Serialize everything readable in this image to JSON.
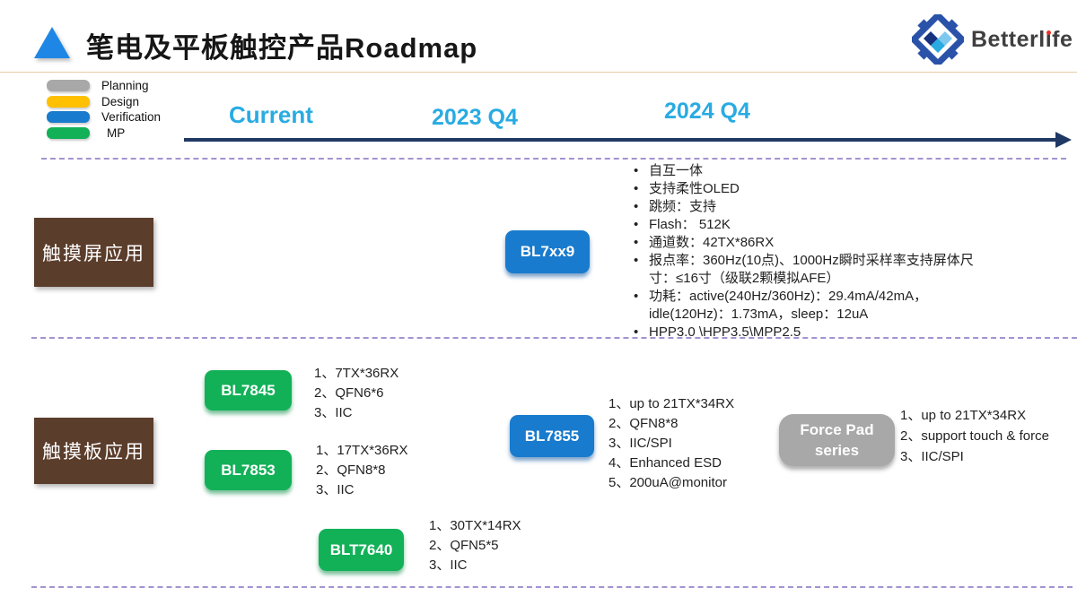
{
  "slide": {
    "title": "笔电及平板触控产品Roadmap",
    "logo": {
      "brand": "Betterlife",
      "brand_pre": "Betterl",
      "brand_i": "ı",
      "brand_post": "fe"
    }
  },
  "legend": {
    "items": [
      {
        "label": "Planning",
        "color": "#a8a8a8"
      },
      {
        "label": "Design",
        "color": "#ffc000"
      },
      {
        "label": "Verification",
        "color": "#187bcd"
      },
      {
        "label": "MP",
        "color": "#12b158"
      }
    ]
  },
  "timeline": {
    "milestones": [
      "Current",
      "2023 Q4",
      "2024 Q4"
    ],
    "arrow_color": "#1f3864",
    "label_color": "#29abe2"
  },
  "row1": {
    "label": "触摸屏应用",
    "chip": {
      "name": "BL7xx9",
      "color": "#187bcd"
    },
    "bullets": [
      "自互一体",
      "支持柔性OLED",
      "跳频：支持",
      "Flash： 512K",
      "通道数：42TX*86RX",
      "报点率：360Hz(10点)、1000Hz瞬时采样率支持屏体尺寸：≤16寸（级联2颗模拟AFE）",
      "功耗：active(240Hz/360Hz)：29.4mA/42mA，idle(120Hz)：1.73mA，sleep：12uA",
      "HPP3.0 \\HPP3.5\\MPP2.5"
    ]
  },
  "row2": {
    "label": "触摸板应用",
    "products": [
      {
        "name": "BL7845",
        "color": "#12b158",
        "specs": [
          "1、7TX*36RX",
          "2、QFN6*6",
          "3、IIC"
        ]
      },
      {
        "name": "BL7853",
        "color": "#12b158",
        "specs": [
          "1、17TX*36RX",
          "2、QFN8*8",
          "3、IIC"
        ]
      },
      {
        "name": "BL7855",
        "color": "#187bcd",
        "specs": [
          "1、up to 21TX*34RX",
          "2、QFN8*8",
          "3、IIC/SPI",
          "4、Enhanced ESD",
          "5、200uA@monitor"
        ]
      },
      {
        "name": "Force Pad series",
        "color": "#a8a8a8",
        "specs": [
          "1、up to 21TX*34RX",
          "2、support touch & force",
          "3、IIC/SPI"
        ]
      },
      {
        "name": "BLT7640",
        "color": "#12b158",
        "specs": [
          "1、30TX*14RX",
          "2、QFN5*5",
          "3、IIC"
        ]
      }
    ]
  }
}
